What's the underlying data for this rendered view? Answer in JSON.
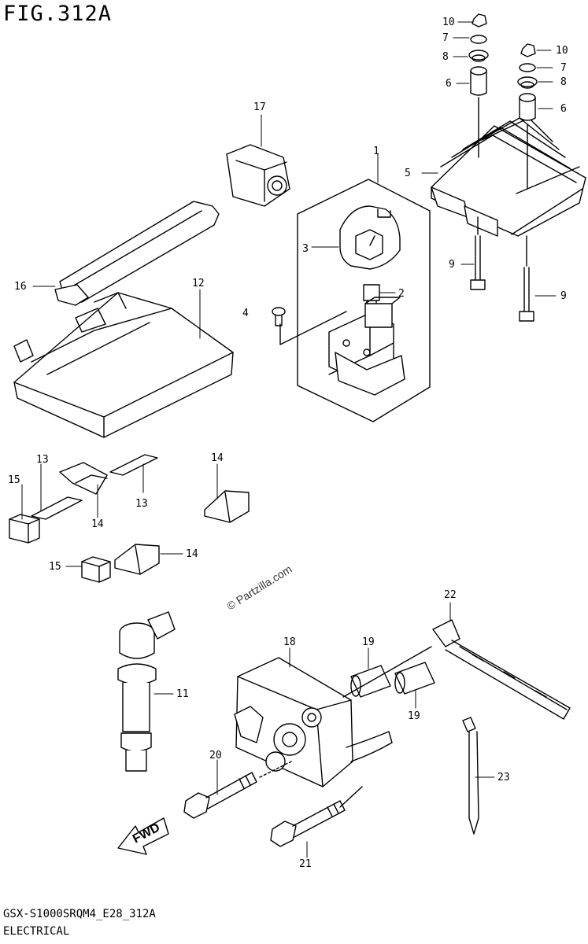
{
  "figure": {
    "title": "FIG.312A",
    "footer_code": "GSX-S1000SRQM4_E28_312A",
    "footer_category": "ELECTRICAL"
  },
  "watermark": "© Partzilla.com",
  "fwd_label": "FWD",
  "callouts": [
    {
      "id": "c1",
      "text": "1"
    },
    {
      "id": "c2",
      "text": "2"
    },
    {
      "id": "c3",
      "text": "3"
    },
    {
      "id": "c4",
      "text": "4"
    },
    {
      "id": "c5",
      "text": "5"
    },
    {
      "id": "c6a",
      "text": "6"
    },
    {
      "id": "c6b",
      "text": "6"
    },
    {
      "id": "c7a",
      "text": "7"
    },
    {
      "id": "c7b",
      "text": "7"
    },
    {
      "id": "c8a",
      "text": "8"
    },
    {
      "id": "c8b",
      "text": "8"
    },
    {
      "id": "c9a",
      "text": "9"
    },
    {
      "id": "c9b",
      "text": "9"
    },
    {
      "id": "c10a",
      "text": "10"
    },
    {
      "id": "c10b",
      "text": "10"
    },
    {
      "id": "c11",
      "text": "11"
    },
    {
      "id": "c12",
      "text": "12"
    },
    {
      "id": "c13a",
      "text": "13"
    },
    {
      "id": "c13b",
      "text": "13"
    },
    {
      "id": "c14a",
      "text": "14"
    },
    {
      "id": "c14b",
      "text": "14"
    },
    {
      "id": "c14c",
      "text": "14"
    },
    {
      "id": "c15a",
      "text": "15"
    },
    {
      "id": "c15b",
      "text": "15"
    },
    {
      "id": "c16",
      "text": "16"
    },
    {
      "id": "c17",
      "text": "17"
    },
    {
      "id": "c18",
      "text": "18"
    },
    {
      "id": "c19a",
      "text": "19"
    },
    {
      "id": "c19b",
      "text": "19"
    },
    {
      "id": "c20",
      "text": "20"
    },
    {
      "id": "c21",
      "text": "21"
    },
    {
      "id": "c22",
      "text": "22"
    },
    {
      "id": "c23",
      "text": "23"
    }
  ]
}
